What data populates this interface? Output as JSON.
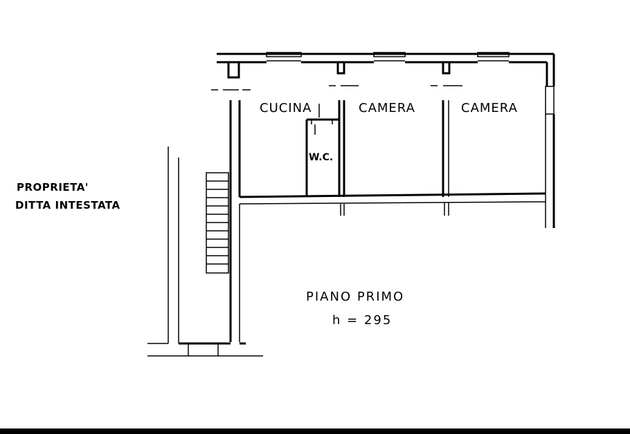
{
  "plan": {
    "rooms": {
      "kitchen": "CUCINA",
      "bedroom_1": "CAMERA",
      "bedroom_2": "CAMERA",
      "wc": "W.C."
    },
    "side_label": {
      "line_1": "PROPRIETA'",
      "line_2": "DITTA INTESTATA"
    },
    "floor": {
      "name": "PIANO PRIMO",
      "height": "h = 295"
    }
  }
}
